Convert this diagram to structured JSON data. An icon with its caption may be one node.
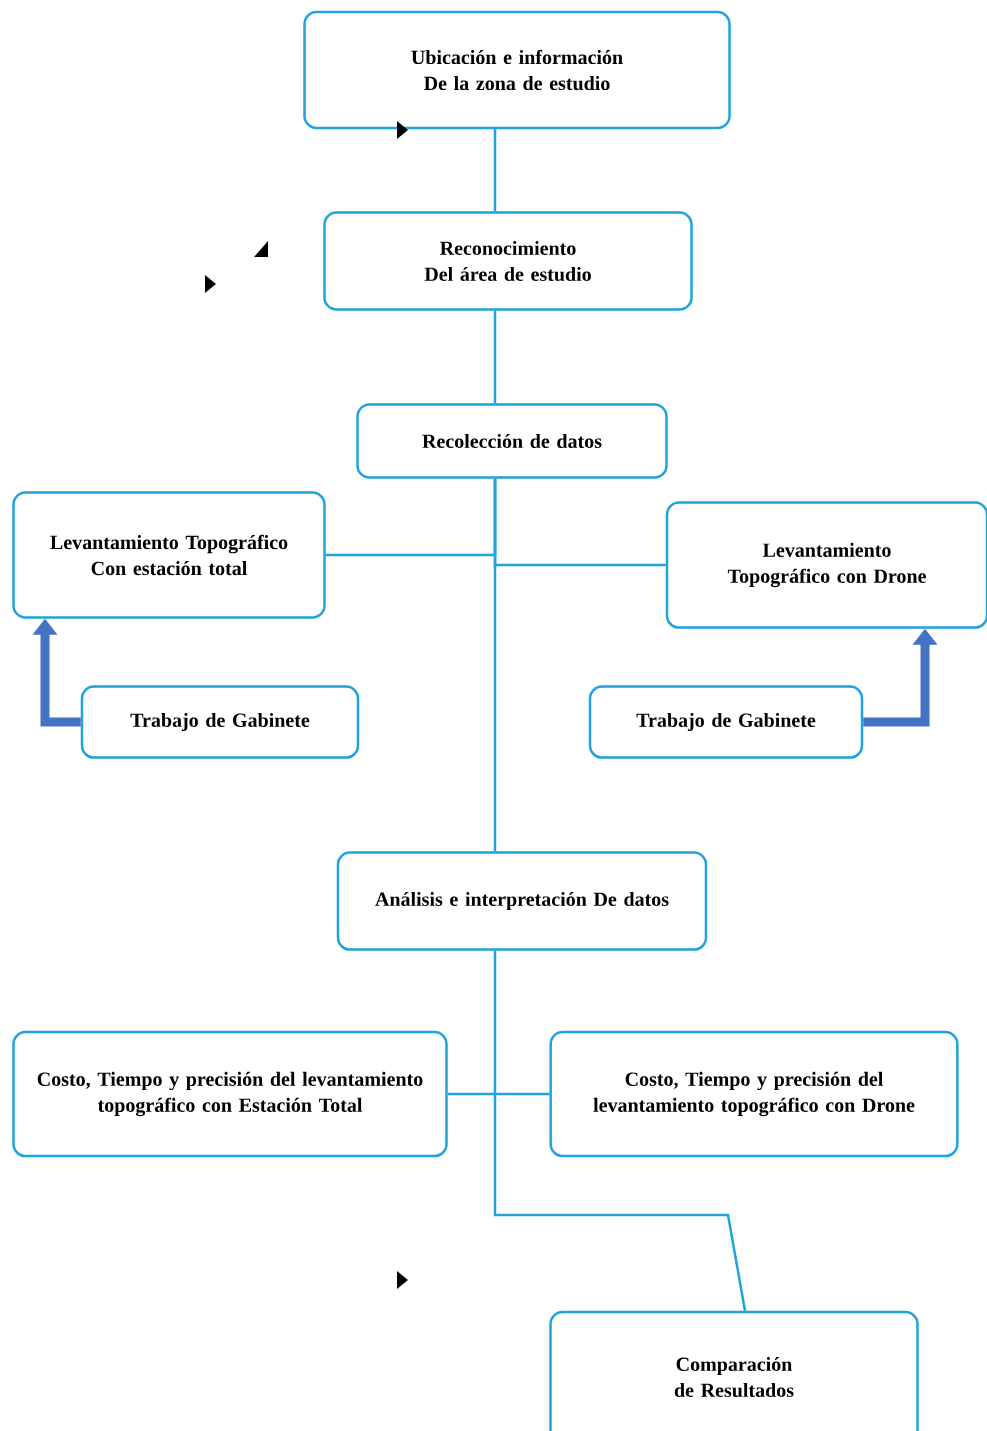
{
  "diagram": {
    "nodes": [
      {
        "text": [
          "Ubicación e información De la zona de estudio"
        ]
      },
      {
        "text": [
          "Reconocimiento Del área de estudio"
        ]
      },
      {
        "text": [
          "Recolección de datos"
        ]
      },
      {
        "text": [
          "Levantamiento Topográfico Con estación total"
        ]
      },
      {
        "text": [
          "Levantamiento Topográfico con Drone"
        ]
      },
      {
        "text": [
          "Trabajo de Gabinete"
        ]
      },
      {
        "text": [
          "Trabajo de Gabinete"
        ]
      },
      {
        "text": [
          "Análisis e interpretación De datos"
        ]
      },
      {
        "text": [
          "Costo, Tiempo y precisión del levantamiento topográfico con Estación Total"
        ]
      },
      {
        "text": [
          "Costo, Tiempo y precisión del levantamiento topográfico con Drone"
        ]
      },
      {
        "text": [
          "Comparación de Resultados"
        ]
      }
    ],
    "edges": [
      {
        "from": 0,
        "to": 1,
        "arrow": "none"
      },
      {
        "from": 1,
        "to": 2,
        "arrow": "none"
      },
      {
        "from": 2,
        "to": 3,
        "arrow": "none"
      },
      {
        "from": 2,
        "to": 4,
        "arrow": "none"
      },
      {
        "from": 2,
        "to": 7,
        "arrow": "none"
      },
      {
        "from": 5,
        "to": 3,
        "arrow": "to",
        "style": "thick",
        "color": "#4472c4"
      },
      {
        "from": 6,
        "to": 4,
        "arrow": "to",
        "style": "thick",
        "color": "#4472c4"
      },
      {
        "from": 8,
        "to": 9,
        "arrow": "none"
      },
      {
        "from": 7,
        "to": 10,
        "arrow": "none"
      }
    ]
  }
}
